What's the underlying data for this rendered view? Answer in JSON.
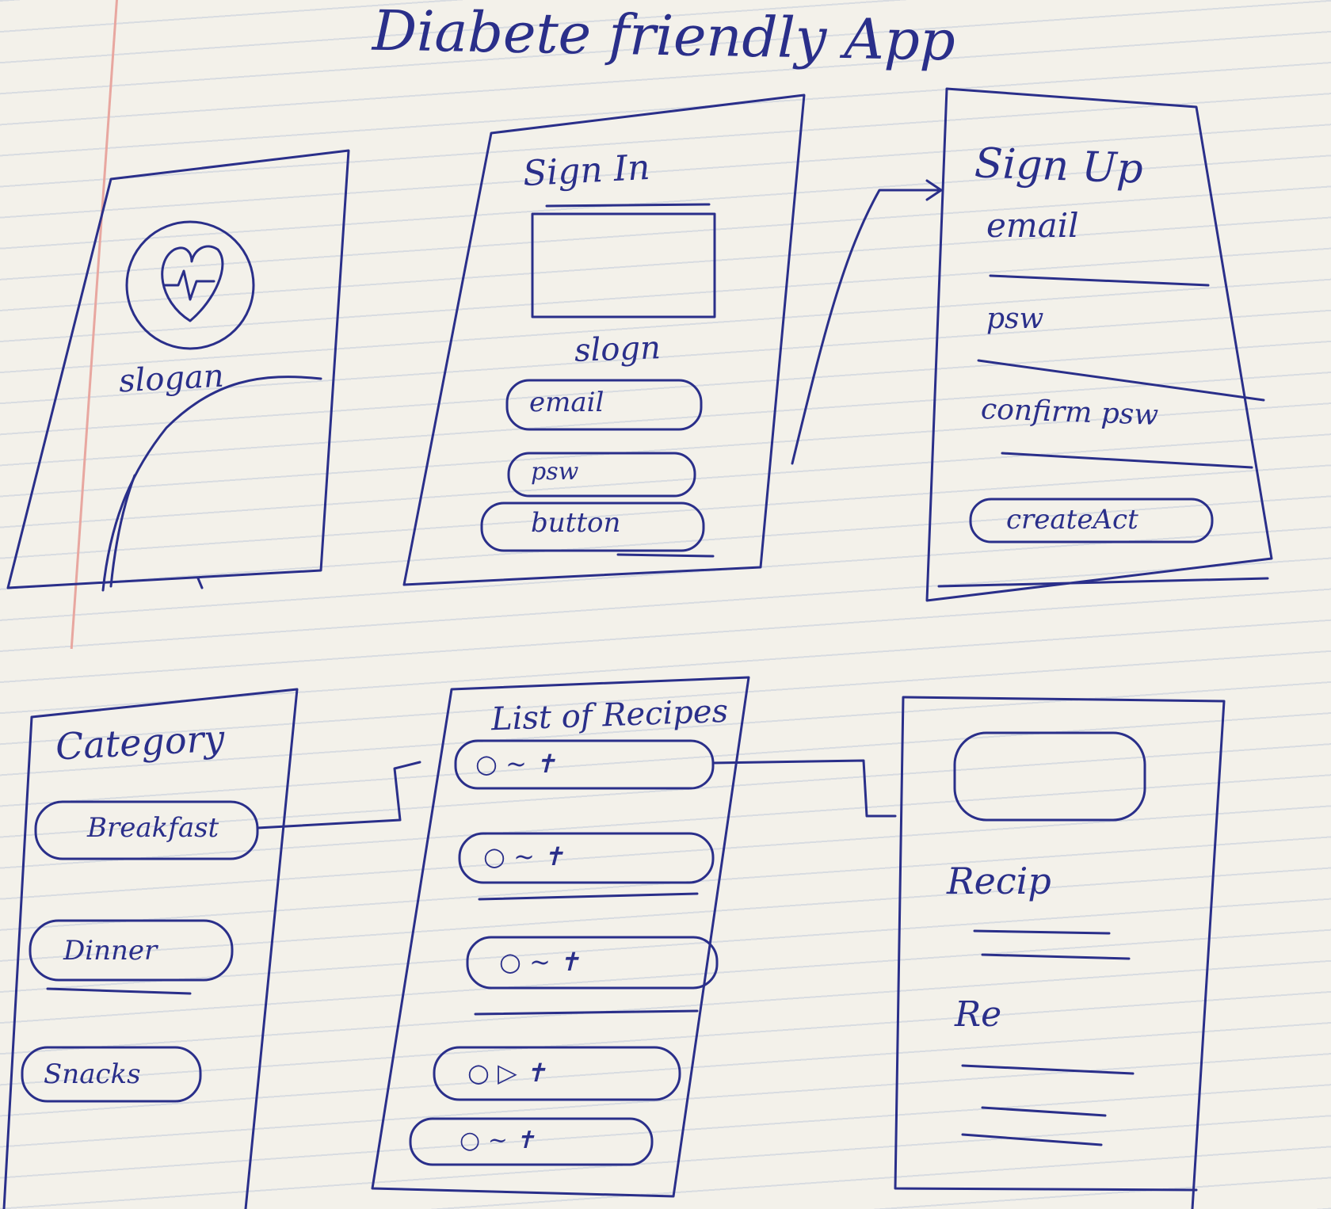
{
  "title": "Diabete friendly App",
  "splash": {
    "slogan": "slogan",
    "logo_icon": "heart-pulse-icon"
  },
  "signin": {
    "heading": "Sign In",
    "slogan": "slogn",
    "email_label": "email",
    "password_label": "psw",
    "button_label": "button"
  },
  "signup": {
    "heading": "Sign Up",
    "email_label": "email",
    "password_label": "psw",
    "confirm_label": "confirm psw",
    "create_button": "createAct"
  },
  "categories": {
    "heading": "Category",
    "items": [
      "Breakfast",
      "Dinner",
      "Snacks"
    ]
  },
  "recipe_list": {
    "heading": "List of Recipes",
    "row_count": 5
  },
  "recipe_detail": {
    "recipe_label": "Recip",
    "second_label": "Re"
  }
}
